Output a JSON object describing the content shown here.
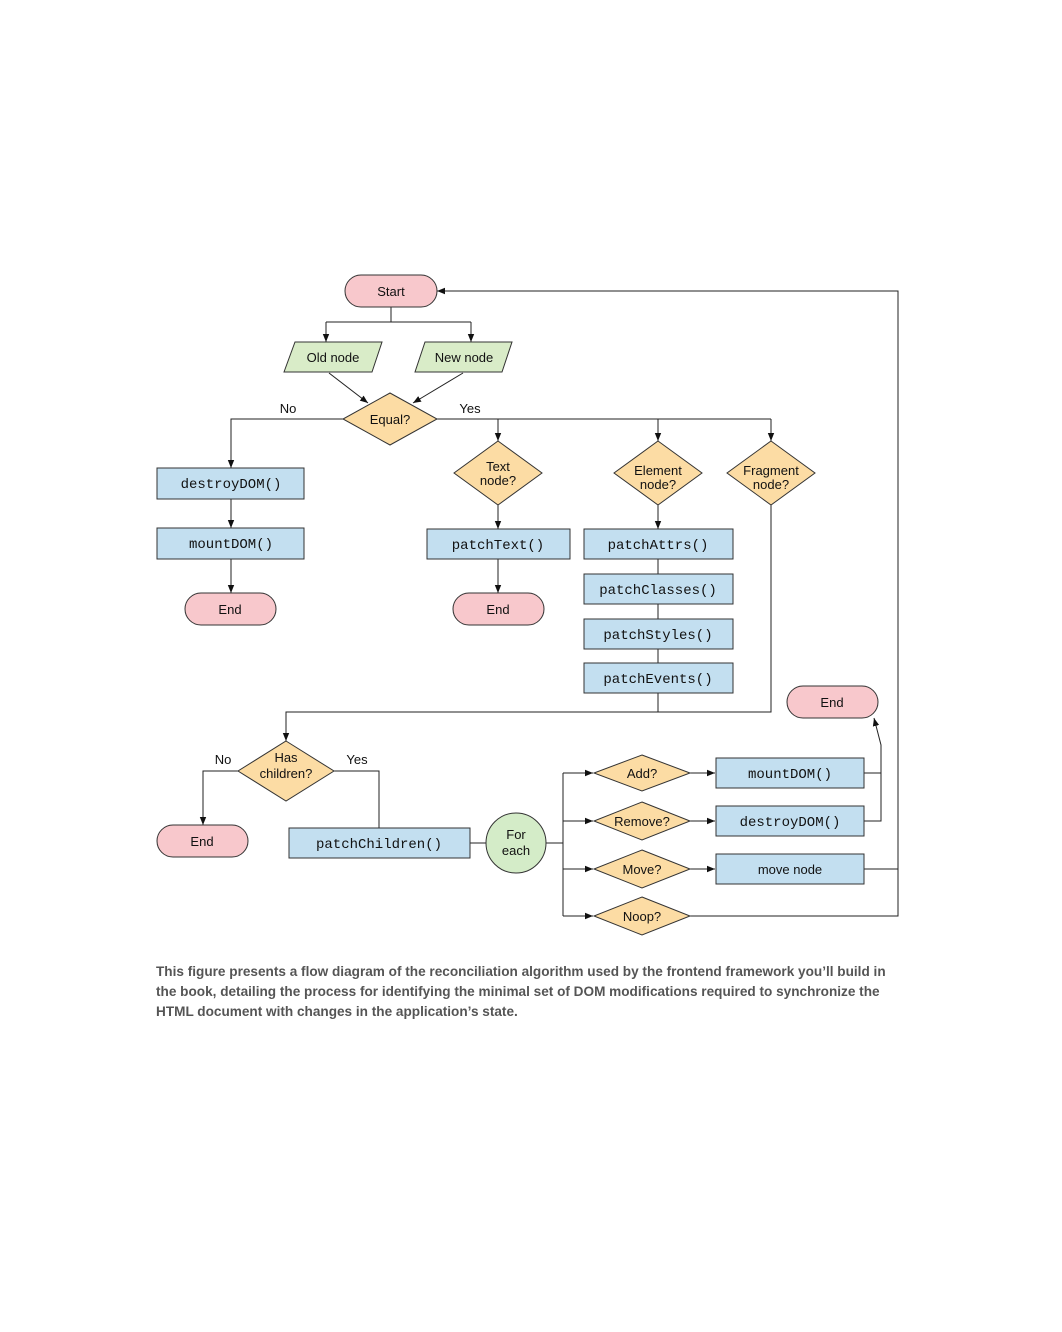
{
  "colors": {
    "terminal": "#f8c8cc",
    "input": "#d9ecc8",
    "decision": "#fcdca4",
    "process": "#c3dff0",
    "loop": "#d4ecc8"
  },
  "nodes": {
    "start": "Start",
    "old_node": "Old node",
    "new_node": "New node",
    "equal": "Equal?",
    "destroy_dom_1": "destroyDOM()",
    "mount_dom_1": "mountDOM()",
    "end_1": "End",
    "text_node": [
      "Text",
      "node?"
    ],
    "patch_text": "patchText()",
    "end_2": "End",
    "element_node": [
      "Element",
      "node?"
    ],
    "patch_attrs": "patchAttrs()",
    "patch_classes": "patchClasses()",
    "patch_styles": "patchStyles()",
    "patch_events": "patchEvents()",
    "fragment_node": [
      "Fragment",
      "node?"
    ],
    "has_children": [
      "Has",
      "children?"
    ],
    "end_3": "End",
    "patch_children": "patchChildren()",
    "for_each": [
      "For",
      "each"
    ],
    "add": "Add?",
    "remove": "Remove?",
    "move": "Move?",
    "noop": "Noop?",
    "mount_dom_2": "mountDOM()",
    "destroy_dom_2": "destroyDOM()",
    "move_node": "move node",
    "end_4": "End"
  },
  "edge_labels": {
    "equal_no": "No",
    "equal_yes": "Yes",
    "children_no": "No",
    "children_yes": "Yes"
  },
  "caption": "This figure presents a flow diagram of the reconciliation algorithm used by the frontend framework you’ll build in the book, detailing the process for identifying the minimal set of DOM modifications required to synchronize the HTML document with changes in the application’s state."
}
